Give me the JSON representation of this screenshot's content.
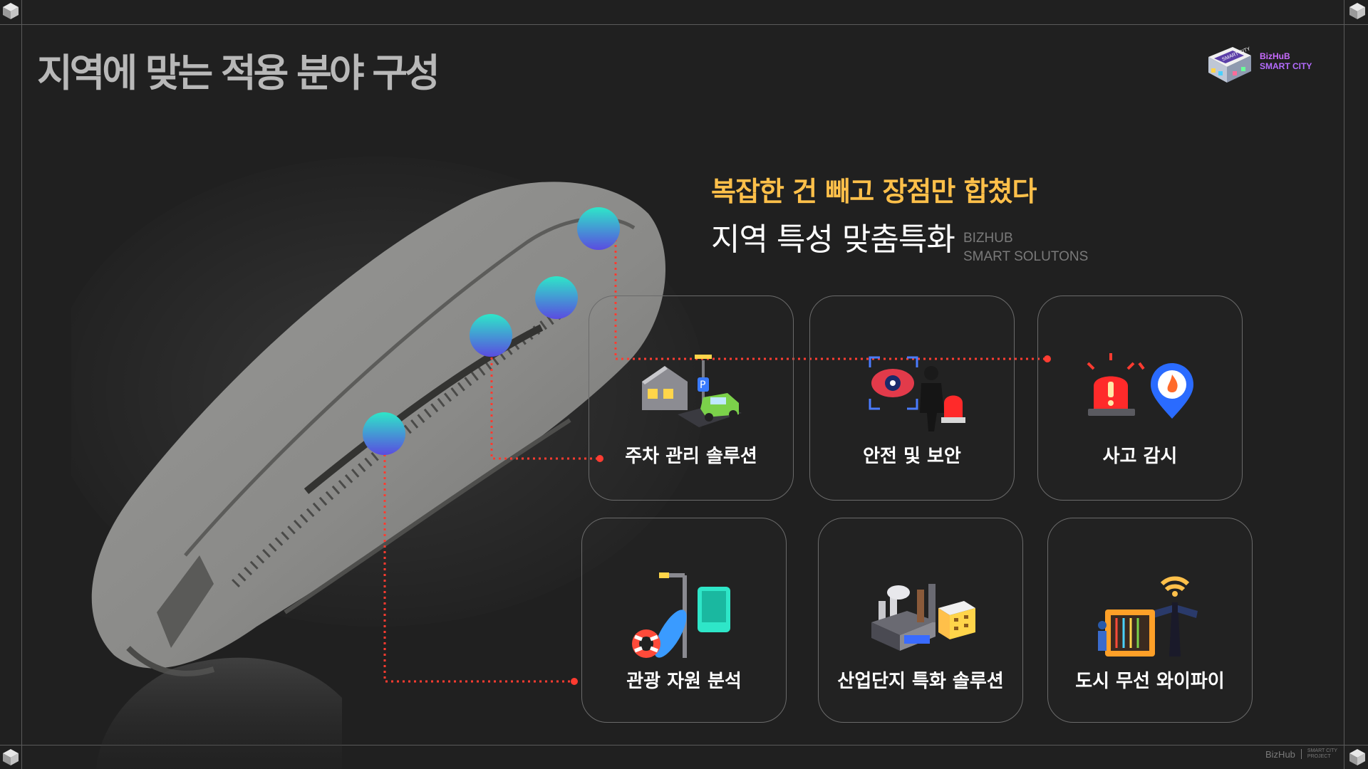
{
  "slide": {
    "title": "지역에 맞는 적용 분야 구성"
  },
  "logo": {
    "line1": "BizHuB",
    "line2": "SMART CITY",
    "sign_text": "SMART CITY"
  },
  "headline": {
    "highlight": "복잡한 건 빼고 장점만 합쳤다",
    "main": "지역 특성 맞춤특화",
    "brand_line1": "BIZHUB",
    "brand_line2": "SMART SOLUTONS"
  },
  "cards": [
    {
      "label": "주차 관리 솔루션",
      "icon": "parking-icon"
    },
    {
      "label": "안전 및 보안",
      "icon": "security-icon"
    },
    {
      "label": "사고 감시",
      "icon": "alarm-icon"
    },
    {
      "label": "관광 자원 분석",
      "icon": "tourism-icon"
    },
    {
      "label": "산업단지 특화 솔루션",
      "icon": "factory-icon"
    },
    {
      "label": "도시 무선 와이파이",
      "icon": "wifi-icon"
    }
  ],
  "footer": {
    "brand": "BizHub",
    "tag_line1": "SMART CITY",
    "tag_line2": "PROJECT"
  },
  "colors": {
    "background": "#202020",
    "headline_accent": "#ffc04a",
    "connector": "#ff3b30",
    "sensor_top": "#2ee6c8",
    "sensor_bottom": "#5a4ce0"
  }
}
